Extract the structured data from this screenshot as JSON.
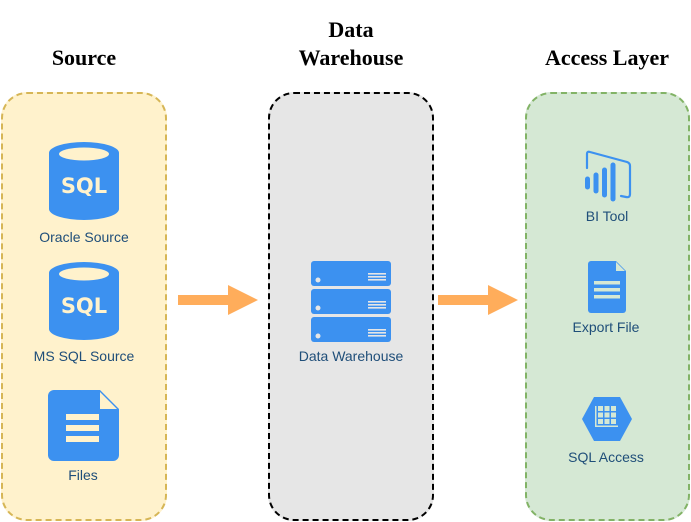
{
  "columns": {
    "source": {
      "title": "Source",
      "fill": "#fff2cc",
      "border": "#d6b656",
      "items": [
        {
          "label": "Oracle Source",
          "icon": "sql-database-icon"
        },
        {
          "label": "MS SQL Source",
          "icon": "sql-database-icon"
        },
        {
          "label": "Files",
          "icon": "document-icon"
        }
      ]
    },
    "warehouse": {
      "title_line1": "Data",
      "title_line2": "Warehouse",
      "fill": "#e6e6e6",
      "border": "#000000",
      "items": [
        {
          "label": "Data Warehouse",
          "icon": "server-stack-icon"
        }
      ]
    },
    "access": {
      "title": "Access Layer",
      "fill": "#d5e8d4",
      "border": "#82b366",
      "items": [
        {
          "label": "BI Tool",
          "icon": "power-bi-icon"
        },
        {
          "label": "Export File",
          "icon": "document-icon"
        },
        {
          "label": "SQL Access",
          "icon": "sql-hexagon-icon"
        }
      ]
    }
  },
  "colors": {
    "icon_blue": "#3c91f0",
    "arrow": "#ffad5b",
    "label_text": "#1f4e79"
  },
  "sql_glyph": "SQL"
}
